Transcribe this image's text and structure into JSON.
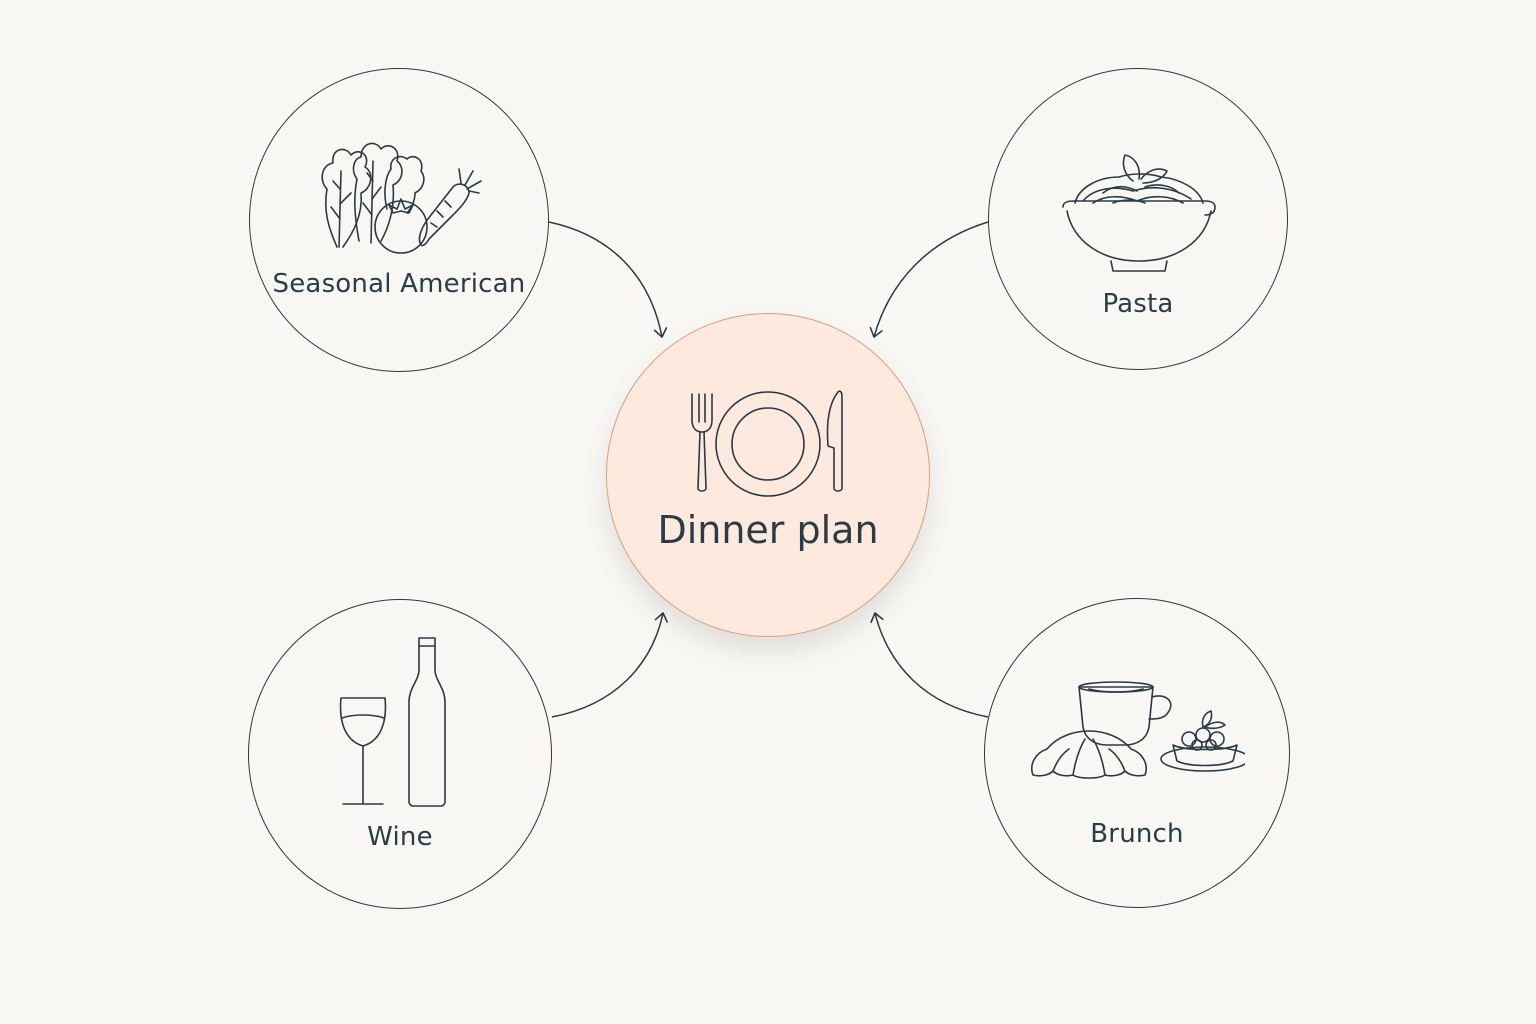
{
  "center": {
    "label": "Dinner plan",
    "icon": "plate-fork-knife-icon",
    "fill_color": "#fde9dd",
    "border_color": "#d8a07a"
  },
  "categories": [
    {
      "label": "Seasonal American",
      "icon": "vegetables-icon"
    },
    {
      "label": "Pasta",
      "icon": "pasta-bowl-icon"
    },
    {
      "label": "Wine",
      "icon": "wine-glass-bottle-icon"
    },
    {
      "label": "Brunch",
      "icon": "coffee-croissant-icon"
    }
  ],
  "colors": {
    "background": "#f8f7f3",
    "line": "#2b3a44"
  }
}
